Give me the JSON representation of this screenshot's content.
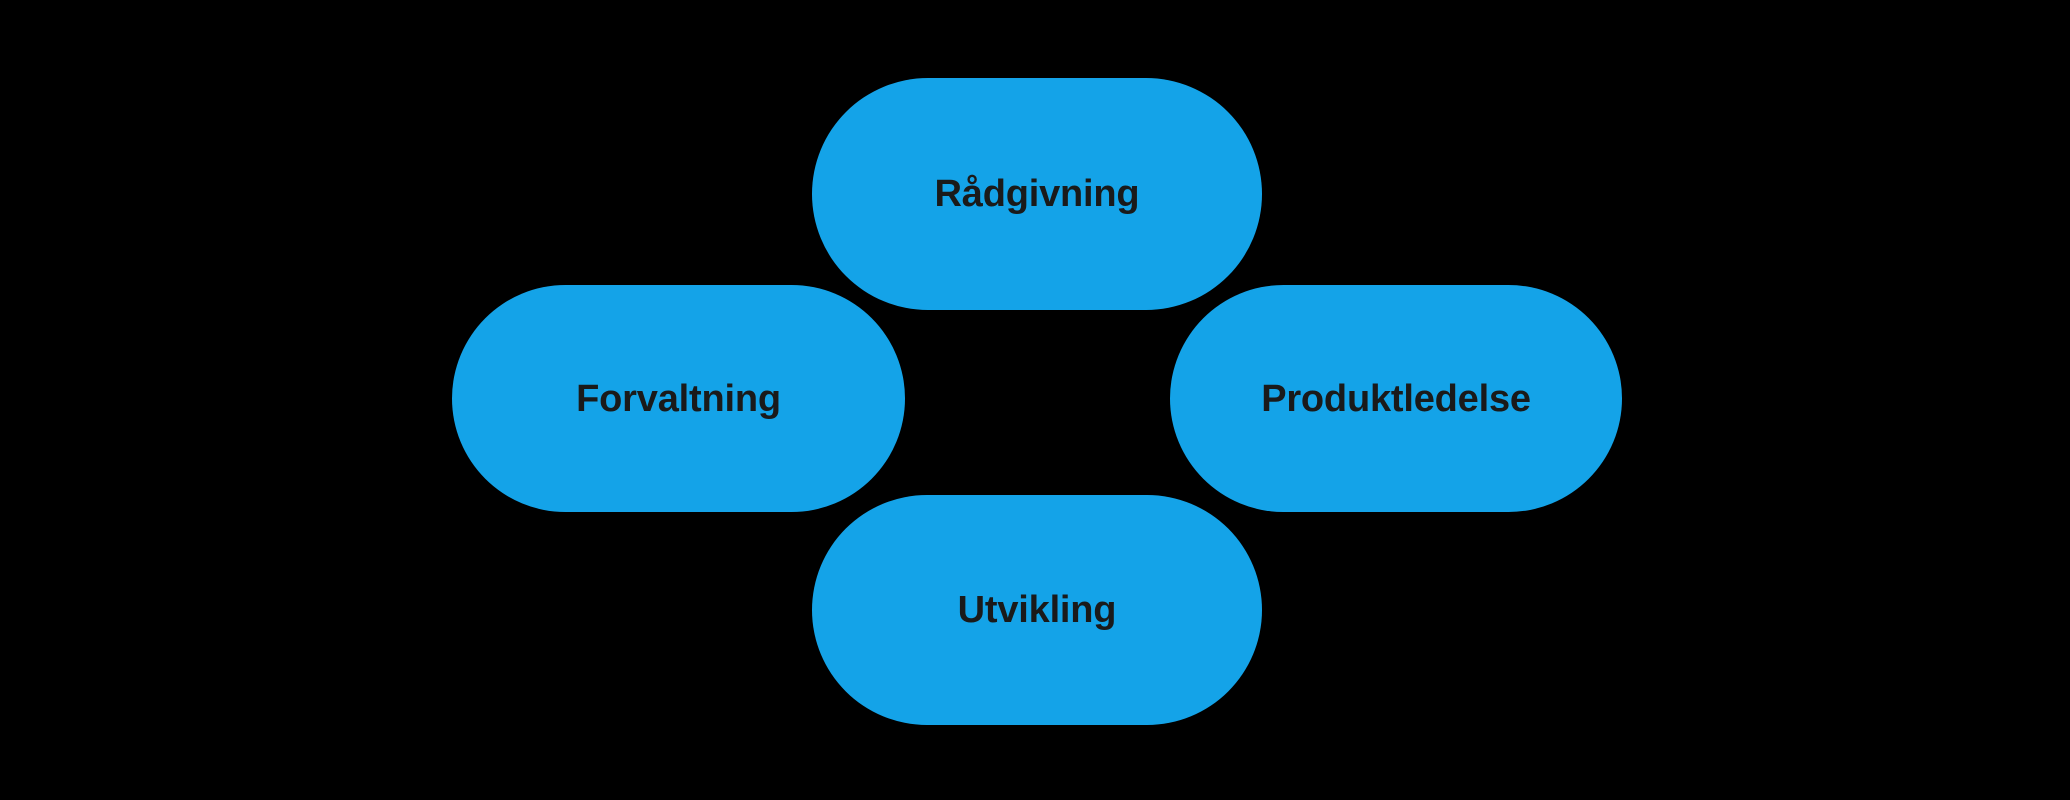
{
  "diagram": {
    "type": "venn-cross",
    "background_color": "#000000",
    "node_fill_color": "#14a3e8",
    "node_text_color": "#1a1a1a",
    "nodes": [
      {
        "id": "radgivning",
        "label": "Rådgivning",
        "position": "top"
      },
      {
        "id": "forvaltning",
        "label": "Forvaltning",
        "position": "left"
      },
      {
        "id": "produktledelse",
        "label": "Produktledelse",
        "position": "right"
      },
      {
        "id": "utvikling",
        "label": "Utvikling",
        "position": "bottom"
      }
    ]
  }
}
